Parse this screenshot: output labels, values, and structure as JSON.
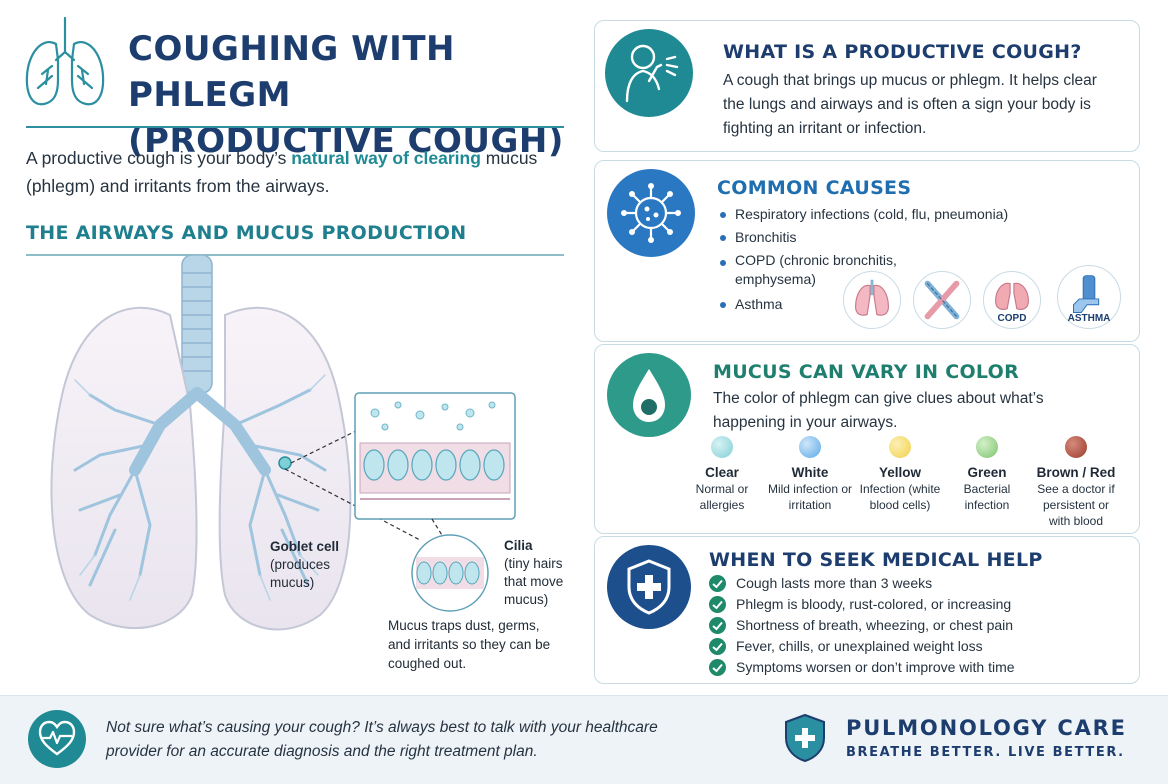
{
  "header": {
    "title_line1": "COUGHING WITH PHLEGM",
    "title_line2": "(PRODUCTIVE COUGH)"
  },
  "intro": {
    "part1": "A productive cough is your body’s ",
    "highlight": "natural way of clearing",
    "part2": " mucus (phlegm) and irritants from the airways."
  },
  "airways": {
    "heading": "THE AIRWAYS AND MUCUS PRODUCTION",
    "goblet_title": "Goblet cell",
    "goblet_desc": "(produces mucus)",
    "cilia_title": "Cilia",
    "cilia_desc": "(tiny hairs that move mucus)",
    "trap_note": "Mucus traps dust, germs, and irritants so they can be coughed out."
  },
  "productive": {
    "heading": "WHAT IS A PRODUCTIVE COUGH?",
    "body": "A cough that brings up mucus or phlegm. It helps clear the lungs and airways and is often a sign your body is fighting an irritant or infection."
  },
  "causes": {
    "heading": "COMMON CAUSES",
    "items": [
      "Respiratory infections (cold, flu, pneumonia)",
      "Bronchitis",
      "COPD (chronic bronchitis, emphysema)",
      "Asthma"
    ],
    "icon_labels": [
      "COPD",
      "ASTHMA"
    ]
  },
  "colors": {
    "heading": "MUCUS CAN VARY IN COLOR",
    "body": "The color of phlegm can give clues about what’s happening in your airways.",
    "items": [
      {
        "name": "Clear",
        "desc": "Normal or allergies",
        "color": "#7fcfd6"
      },
      {
        "name": "White",
        "desc": "Mild infection or irritation",
        "color": "#5aa9e6"
      },
      {
        "name": "Yellow",
        "desc": "Infection (white blood cells)",
        "color": "#f2d04a"
      },
      {
        "name": "Green",
        "desc": "Bacterial infection",
        "color": "#7cc36b"
      },
      {
        "name": "Brown / Red",
        "desc": "See a doctor if persistent or with blood",
        "color": "#9b3b2c"
      }
    ]
  },
  "help": {
    "heading": "WHEN TO SEEK MEDICAL HELP",
    "items": [
      "Cough lasts more than 3 weeks",
      "Phlegm is bloody, rust-colored, or increasing",
      "Shortness of breath, wheezing, or chest pain",
      "Fever, chills, or unexplained weight loss",
      "Symptoms worsen or don’t improve with time"
    ]
  },
  "footer": {
    "message": "Not sure what’s causing your cough? It’s always best to talk with your healthcare provider for an accurate diagnosis and the right treatment plan.",
    "brand": "PULMONOLOGY CARE",
    "tagline": "BREATHE BETTER. LIVE BETTER."
  },
  "theme": {
    "navy": "#1c3d6e",
    "teal": "#1f8a94",
    "blue": "#2a6fb5",
    "green_check": "#1f8a6a"
  }
}
